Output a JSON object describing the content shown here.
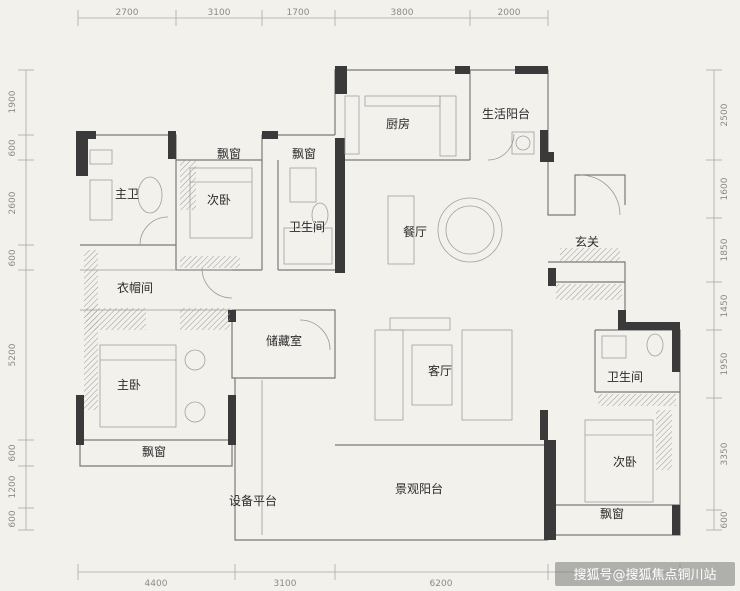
{
  "dimensions": {
    "top": [
      "2700",
      "3100",
      "1700",
      "3800",
      "2000"
    ],
    "bottom": [
      "4400",
      "3100",
      "6200"
    ],
    "left": [
      "1900",
      "600",
      "2600",
      "600",
      "5200",
      "600",
      "1200",
      "600"
    ],
    "right": [
      "2500",
      "1600",
      "1850",
      "1450",
      "1950",
      "3350",
      "600"
    ]
  },
  "rooms": {
    "kitchen": "厨房",
    "service_balcony": "生活阳台",
    "bay_window_1": "飘窗",
    "bay_window_2": "飘窗",
    "master_bath": "主卫",
    "second_bedroom_north": "次卧",
    "bathroom_center": "卫生间",
    "dining": "餐厅",
    "foyer": "玄关",
    "walk_in_closet": "衣帽间",
    "storage": "储藏室",
    "living": "客厅",
    "master_bedroom": "主卧",
    "bathroom_east": "卫生间",
    "second_bedroom_south": "次卧",
    "bay_window_3": "飘窗",
    "bay_window_4": "飘窗",
    "equipment_platform": "设备平台",
    "landscape_balcony": "景观阳台"
  },
  "watermark": "搜狐号@搜狐焦点铜川站",
  "colors": {
    "wall": "#3a3a3a",
    "background": "#f2f1ec",
    "dimension": "#8a8a8a"
  }
}
